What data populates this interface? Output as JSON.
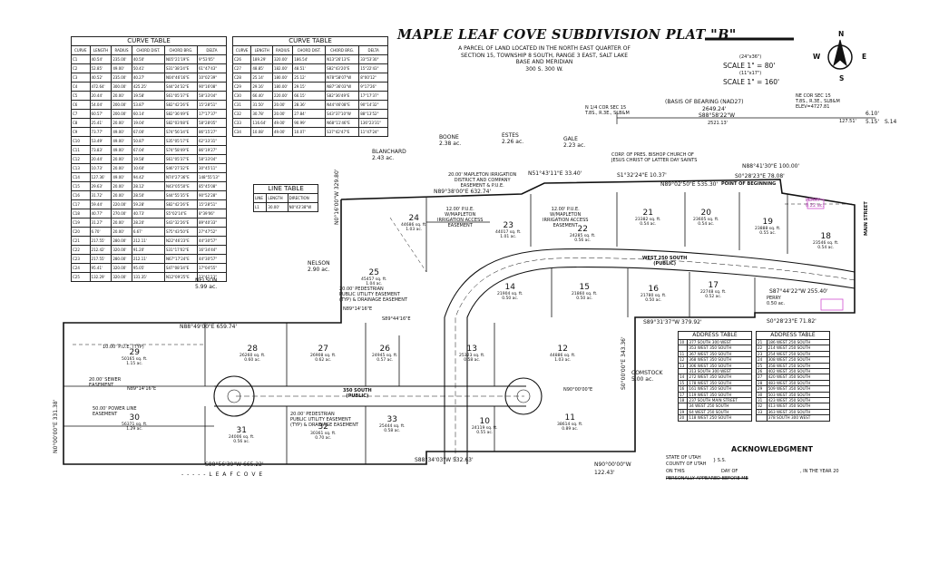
{
  "plat": {
    "title": "MAPLE LEAF COVE SUBDIVISION PLAT \"B\"",
    "subtitle_lines": [
      "A PARCEL OF LAND LOCATED IN THE NORTH EAST QUARTER OF",
      "SECTION 15, TOWNSHIP 8 SOUTH, RANGE 3 EAST, SALT LAKE",
      "BASE AND MERIDIAN",
      "300 S. 300 W."
    ],
    "sheet_note_1": "(24\"x36\")",
    "scale_1": "SCALE 1\" = 80'",
    "sheet_note_2": "(11\"x17\")",
    "scale_2": "SCALE 1\" = 160'",
    "north": {
      "n": "N",
      "s": "S",
      "e": "E",
      "w": "W"
    },
    "bottom_text": "- - - - - L E A F   C O V E"
  },
  "curve_table_1": {
    "caption": "CURVE TABLE",
    "headers": [
      "CURVE",
      "LENGTH",
      "RADIUS",
      "CHORD DIST.",
      "CHORD BRG.",
      "DELTA"
    ],
    "rows": [
      [
        "C1",
        "40.54'",
        "235.00'",
        "40.50'",
        "N05°21'19\"E",
        "9°53'05\""
      ],
      [
        "C2",
        "52.85'",
        "49.00'",
        "50.41'",
        "S31°38'24\"E",
        "61°47'43\""
      ],
      [
        "C3",
        "40.52'",
        "235.00'",
        "40.27'",
        "N04°46'16\"E",
        "10°02'39\""
      ],
      [
        "C4",
        "472.64'",
        "300.00'",
        "425.25'",
        "S44°24'32\"E",
        "90°16'08\""
      ],
      [
        "C5",
        "20.44'",
        "20.00'",
        "19.58'",
        "S61°05'37\"E",
        "58°33'04\""
      ],
      [
        "C6",
        "54.04'",
        "200.00'",
        "53.87'",
        "S82°42'26\"E",
        "15°28'51\""
      ],
      [
        "C7",
        "60.57'",
        "200.00'",
        "60.14'",
        "S82°36'49\"E",
        "17°17'37\""
      ],
      [
        "C8",
        "25.41'",
        "20.00'",
        "19.04'",
        "S82°03'08\"E",
        "58°28'05\""
      ],
      [
        "C9",
        "73.77'",
        "49.00'",
        "67.00'",
        "S74°56'34\"E",
        "86°15'27\""
      ],
      [
        "C10",
        "53.49'",
        "49.00'",
        "50.87'",
        "S35°05'17\"E",
        "62°33'31\""
      ],
      [
        "C11",
        "73.83'",
        "49.00'",
        "67.04'",
        "S74°58'49\"E",
        "86°19'27\""
      ],
      [
        "C12",
        "20.44'",
        "20.00'",
        "19.58'",
        "S61°05'37\"E",
        "58°33'04\""
      ],
      [
        "C13",
        "10.73'",
        "20.00'",
        "10.60'",
        "S46°27'32\"E",
        "30°45'11\""
      ],
      [
        "C14",
        "127.36'",
        "49.00'",
        "94.42'",
        "N74°27'36\"E",
        "148°55'13\""
      ],
      [
        "C15",
        "29.63'",
        "20.00'",
        "28.12'",
        "N43°05'50\"E",
        "85°45'08\""
      ],
      [
        "C16",
        "31.72'",
        "20.00'",
        "28.50'",
        "S44°55'35\"E",
        "90°52'28\""
      ],
      [
        "C17",
        "59.44'",
        "220.00'",
        "59.28'",
        "S82°42'26\"E",
        "15°28'51\""
      ],
      [
        "C18",
        "40.77'",
        "270.00'",
        "40.73'",
        "S5°02'14\"E",
        "8°39'06\""
      ],
      [
        "C19",
        "31.27'",
        "20.00'",
        "28.20'",
        "S43°32'26\"E",
        "89°40'33\""
      ],
      [
        "C20",
        "6.70'",
        "20.00'",
        "6.67'",
        "S75°43'50\"E",
        "27°47'52\""
      ],
      [
        "C21",
        "217.55'",
        "280.00'",
        "212.11'",
        "N22°46'23\"E",
        "44°30'57\""
      ],
      [
        "C22",
        "212.42'",
        "320.00'",
        "91.20'",
        "S31°17'02\"E",
        "16°34'44\""
      ],
      [
        "C23",
        "217.55'",
        "280.00'",
        "212.11'",
        "N67°17'24\"E",
        "44°30'57\""
      ],
      [
        "C24",
        "95.41'",
        "320.00'",
        "95.05'",
        "S47°08'34\"E",
        "17°04'55\""
      ],
      [
        "C25",
        "132.29'",
        "320.00'",
        "131.35'",
        "N12°09'25\"E",
        "23°41'13\""
      ]
    ]
  },
  "curve_table_2": {
    "caption": "CURVE TABLE",
    "headers": [
      "CURVE",
      "LENGTH",
      "RADIUS",
      "CHORD DIST.",
      "CHORD BRG.",
      "DELTA"
    ],
    "rows": [
      [
        "C26",
        "189.29'",
        "320.00'",
        "186.54'",
        "N13°26'13\"E",
        "33°53'30\""
      ],
      [
        "C27",
        "48.85'",
        "182.00'",
        "48.51'",
        "S82°43'20\"E",
        "15°22'43\""
      ],
      [
        "C28",
        "25.14'",
        "180.00'",
        "25.12'",
        "N78°58'07\"W",
        "8°00'12\""
      ],
      [
        "C29",
        "29.16'",
        "180.00'",
        "29.15'",
        "N87°36'03\"W",
        "9°17'26\""
      ],
      [
        "C30",
        "66.40'",
        "220.00'",
        "66.15'",
        "S82°36'49\"E",
        "17°17'37\""
      ],
      [
        "C31",
        "31.50'",
        "20.00'",
        "28.36'",
        "N44°46'08\"E",
        "90°14'32\""
      ],
      [
        "C32",
        "30.78'",
        "20.00'",
        "27.84'",
        "S43°37'10\"W",
        "88°13'52\""
      ],
      [
        "C33",
        "116.64'",
        "49.00'",
        "90.99'",
        "N68°11'46\"E",
        "136°23'31\""
      ],
      [
        "C34",
        "10.08'",
        "49.00'",
        "10.07'",
        "S37°42'47\"E",
        "11°47'24\""
      ]
    ]
  },
  "line_table": {
    "caption": "LINE TABLE",
    "headers": [
      "LINE",
      "LENGTH",
      "DIRECTION"
    ],
    "rows": [
      [
        "L1",
        "30.00'",
        "N0°43'38\"W"
      ]
    ]
  },
  "address_table_1": {
    "caption": "ADDRESS TABLE",
    "rows": [
      [
        "10",
        "377 SOUTH 300 WEST"
      ],
      [
        "",
        "353 WEST 350 SOUTH"
      ],
      [
        "11",
        "367 WEST 350 SOUTH"
      ],
      [
        "12",
        "368 WEST 350 SOUTH"
      ],
      [
        "13",
        "306 WEST 350 SOUTH"
      ],
      [
        "",
        "313 SOUTH 300 WEST"
      ],
      [
        "14",
        "272 WEST 350 SOUTH"
      ],
      [
        "15",
        "178 WEST 350 SOUTH"
      ],
      [
        "16",
        "161 WEST 350 SOUTH"
      ],
      [
        "17",
        "119 WEST 350 SOUTH"
      ],
      [
        "18",
        "237 SOUTH MAIN STREET"
      ],
      [
        "",
        "34 WEST 250 SOUTH"
      ],
      [
        "19",
        "64 WEST 250 SOUTH"
      ],
      [
        "20",
        "118 WEST 250 SOUTH"
      ]
    ]
  },
  "address_table_2": {
    "caption": "ADDRESS TABLE",
    "rows": [
      [
        "21",
        "186 WEST 250 SOUTH"
      ],
      [
        "22",
        "214 WEST 250 SOUTH"
      ],
      [
        "23",
        "254 WEST 250 SOUTH"
      ],
      [
        "24",
        "308 WEST 250 SOUTH"
      ],
      [
        "25",
        "358 WEST 250 SOUTH"
      ],
      [
        "26",
        "402 WEST 350 SOUTH"
      ],
      [
        "27",
        "420 WEST 350 SOUTH"
      ],
      [
        "28",
        "483 WEST 350 SOUTH"
      ],
      [
        "29",
        "509 WEST 350 SOUTH"
      ],
      [
        "30",
        "503 WEST 350 SOUTH"
      ],
      [
        "31",
        "423 WEST 350 SOUTH"
      ],
      [
        "32",
        "413 WEST 350 SOUTH"
      ],
      [
        "33",
        "363 WEST 350 SOUTH"
      ],
      [
        "",
        "378 SOUTH 300 WEST"
      ]
    ]
  },
  "lots": [
    {
      "n": "24",
      "a": "44686 sq. ft.",
      "b": "1.03 ac."
    },
    {
      "n": "23",
      "a": "44017 sq. ft.",
      "b": "1.01 ac."
    },
    {
      "n": "22",
      "a": "24285 sq. ft.",
      "b": "0.56 ac."
    },
    {
      "n": "21",
      "a": "23382 sq. ft.",
      "b": "0.54 ac."
    },
    {
      "n": "20",
      "a": "23605 sq. ft.",
      "b": "0.54 ac."
    },
    {
      "n": "19",
      "a": "23888 sq. ft.",
      "b": "0.55 ac."
    },
    {
      "n": "18",
      "a": "23546 sq. ft.",
      "b": "0.54 ac."
    },
    {
      "n": "25",
      "a": "45457 sq. ft.",
      "b": "1.04 ac."
    },
    {
      "n": "14",
      "a": "21904 sq. ft.",
      "b": "0.50 ac."
    },
    {
      "n": "15",
      "a": "21860 sq. ft.",
      "b": "0.50 ac."
    },
    {
      "n": "16",
      "a": "21780 sq. ft.",
      "b": "0.50 ac."
    },
    {
      "n": "17",
      "a": "22748 sq. ft.",
      "b": "0.52 ac."
    },
    {
      "n": "29",
      "a": "50165 sq. ft.",
      "b": "1.15 ac."
    },
    {
      "n": "28",
      "a": "26260 sq. ft.",
      "b": "0.60 ac."
    },
    {
      "n": "27",
      "a": "26908 sq. ft.",
      "b": "0.62 ac."
    },
    {
      "n": "26",
      "a": "24945 sq. ft.",
      "b": "0.57 ac."
    },
    {
      "n": "13",
      "a": "25323 sq. ft.",
      "b": "0.58 ac."
    },
    {
      "n": "12",
      "a": "44886 sq. ft.",
      "b": "1.03 ac."
    },
    {
      "n": "30",
      "a": "56371 sq. ft.",
      "b": "1.29 ac."
    },
    {
      "n": "31",
      "a": "24006 sq. ft.",
      "b": "0.56 ac."
    },
    {
      "n": "32",
      "a": "30361 sq. ft.",
      "b": "0.70 ac."
    },
    {
      "n": "33",
      "a": "25444 sq. ft.",
      "b": "0.58 ac."
    },
    {
      "n": "10",
      "a": "24119 sq. ft.",
      "b": "0.55 ac."
    },
    {
      "n": "11",
      "a": "38614 sq. ft.",
      "b": "0.89 ac."
    }
  ],
  "labels": {
    "blanchard": [
      "BLANCHARD",
      "2.43 ac."
    ],
    "boone": [
      "BOONE",
      "2.38 ac."
    ],
    "estes": [
      "ESTES",
      "2.26 ac."
    ],
    "gale": [
      "GALE",
      "2.23 ac."
    ],
    "nelson1": [
      "NELSON",
      "2.90 ac."
    ],
    "nelson2": [
      "NELSON",
      "5.99 ac."
    ],
    "comstock": [
      "COMSTOCK",
      "5.00 ac."
    ],
    "perry1": [
      "PERRY",
      "0.22 ac."
    ],
    "perry2": [
      "PERRY",
      "0.50 ac."
    ],
    "church": [
      "CORP. OF PRES. BISHOP CHURCH OF",
      "JESUS CHRIST OF LATTER DAY SAINTS"
    ],
    "sec_corner_left": [
      "N 1/4 COR SEC 15",
      "T.8S., R.3E., SLB&M"
    ],
    "sec_corner_right": [
      "NE COR SEC 15",
      "T.8S., R.3E., SLB&M",
      "ELEV=4727.81"
    ],
    "basis_of_bearing": "(BASIS OF BEARING (NAD27)",
    "bob_distance": "2649.24'",
    "bob_bearing": "S88°58'22\"W",
    "bob_sub": "2521.13'",
    "corner_dims": [
      "6.10'",
      "5.15'",
      "127.51'",
      "S.14"
    ],
    "point_of_beginning": "POINT OF BEGINNING",
    "irrigation": [
      "20.00' MAPLETON IRRIGATION",
      "DISTRICT AND COMPANY",
      "EASEMENT & P.U.E."
    ],
    "irrig2": [
      "12.00' P.U.E.",
      "W/MAPLETON",
      "IRRIGATION ACCESS",
      "EASEMENT"
    ],
    "irrig3": [
      "12.00' P.U.E.",
      "W/MAPLETON",
      "IRRIGATION ACCESS",
      "EASEMENT"
    ],
    "street_250": [
      "WEST 250 SOUTH",
      "(PUBLIC)"
    ],
    "street_350": [
      "350 SOUTH",
      "(PUBLIC)"
    ],
    "main_street": "MAIN STREET",
    "sewer": [
      "20.00' SEWER",
      "EASEMENT"
    ],
    "powerline": [
      "50.00' POWER LINE",
      "EASEMENT"
    ],
    "pue_typ": "10.00' P.U.E. (TYP)",
    "pedestrian": [
      "20.00' PEDESTRIAN",
      "PUBLIC UTILITY EASEMENT",
      "(TYP) & DRAINAGE EASEMENT"
    ],
    "pedestrian2": [
      "20.00' PEDESTRIAN",
      "PUBLIC UTILITY EASEMENT",
      "(TYP) & DRAINAGE EASEMENT"
    ]
  },
  "bearings": {
    "n51": "N51°43'11\"E 33.40'",
    "s132": "S1°32'24\"E 10.37'",
    "n89_38": "N89°38'00\"E 632.74'",
    "n89_02": "N89°02'50\"E 535.30'",
    "n88_41": "N88°41'30\"E 100.00'",
    "s0_28a": "S0°28'23\"E 78.08'",
    "s87": "S87°44'22\"W 255.40'",
    "s0_28b": "S0°28'23\"E 71.82'",
    "s89_31": "S89°31'37\"W 379.92'",
    "n88_49": "N88°49'00\"E 659.74'",
    "n0_16": "N0°16'00\"W 329.80'",
    "n89_14": "N89°14'16\"E",
    "s89_44": "S89°44'16\"E",
    "s0_00": "S0°00'00\"E 343.36'",
    "n90_a": "N90°00'00\"E",
    "n0_00_left": "N0°00'00\"E 331.38'",
    "s88_56": "S88°56'39\"W 665.22'",
    "s88_34": "S88°34'03\"W 532.63'",
    "n90_b": "N90°00'00\"W",
    "n90_b_len": "122.43'",
    "n89_14_b": "N89°14'16\"E"
  },
  "acknowledgment": {
    "heading": "ACKNOWLEDGMENT",
    "state": "STATE OF UTAH",
    "county": "COUNTY OF UTAH",
    "ss": "} S.S.",
    "on_this": "ON THIS",
    "day_of": "DAY OF",
    "year": ", IN THE YEAR 20",
    "personally": "PERSONALLY APPEARED BEFORE ME"
  }
}
